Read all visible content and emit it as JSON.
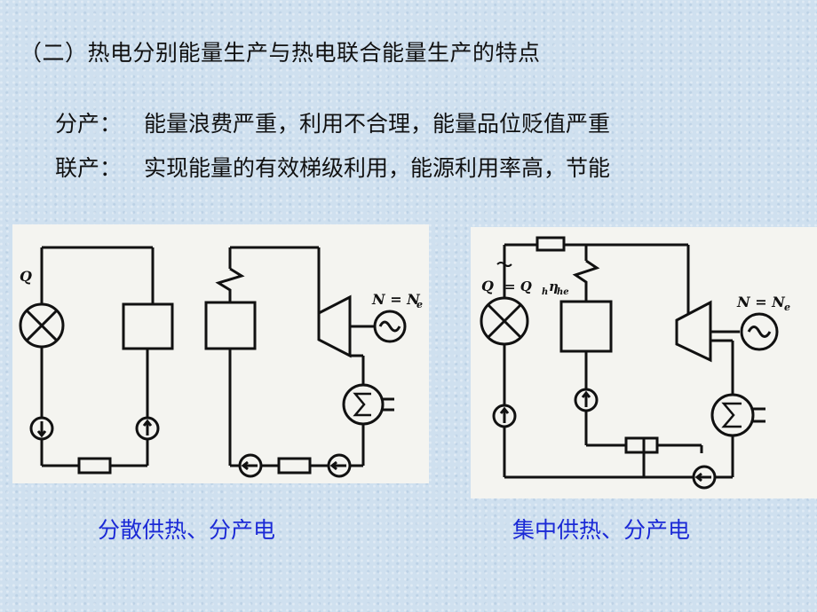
{
  "slide": {
    "title": "（二）热电分别能量生产与热电联合能量生产的特点",
    "rows": [
      {
        "key": "分产：",
        "text": "能量浪费严重，利用不合理，能量品位贬值严重"
      },
      {
        "key": "联产：",
        "text": "实现能量的有效梯级利用，能源利用率高，节能"
      }
    ]
  },
  "diagrams": [
    {
      "caption": "分散供热、分产电",
      "labels": {
        "q": "Q",
        "n": "N = N",
        "n_sub": "e"
      }
    },
    {
      "caption": "集中供热、分产电",
      "labels": {
        "q": "Q",
        "q_eq": "= Q",
        "q_sub": "h",
        "eta": "η",
        "eta_sub": "he",
        "n": "N = N",
        "n_sub": "e"
      }
    }
  ],
  "colors": {
    "caption": "#1b2ad6",
    "text": "#111111",
    "background": "#cfe0ef"
  }
}
